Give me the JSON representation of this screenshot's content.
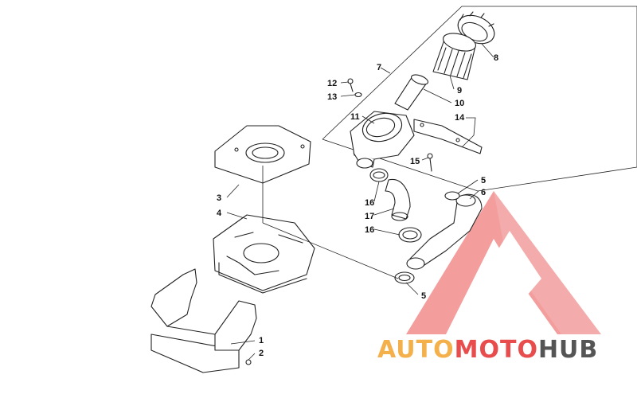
{
  "callouts": [
    "1",
    "2",
    "3",
    "4",
    "5",
    "5",
    "6",
    "7",
    "8",
    "9",
    "10",
    "11",
    "12",
    "13",
    "14",
    "15",
    "16",
    "16",
    "17"
  ],
  "watermark": {
    "part1": "AUTO",
    "part2": "MOTO",
    "part3": "HUB",
    "color_orange": "#f4b04b",
    "color_red": "#e84c4c",
    "color_gray": "#555555"
  }
}
